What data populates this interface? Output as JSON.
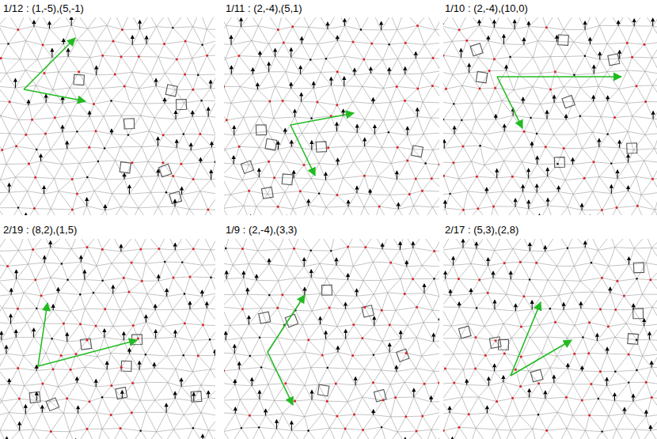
{
  "diagram": {
    "labels": [
      "1/12 : (1,-5),(5,-1)",
      "1/11 : (2,-4),(5,1)",
      "1/10 : (2,-4),(10,0)",
      "2/19 : (8,2),(1,5)",
      "1/9 : (2,-4),(3,3)",
      "2/17 : (5,3),(2,8)"
    ]
  }
}
